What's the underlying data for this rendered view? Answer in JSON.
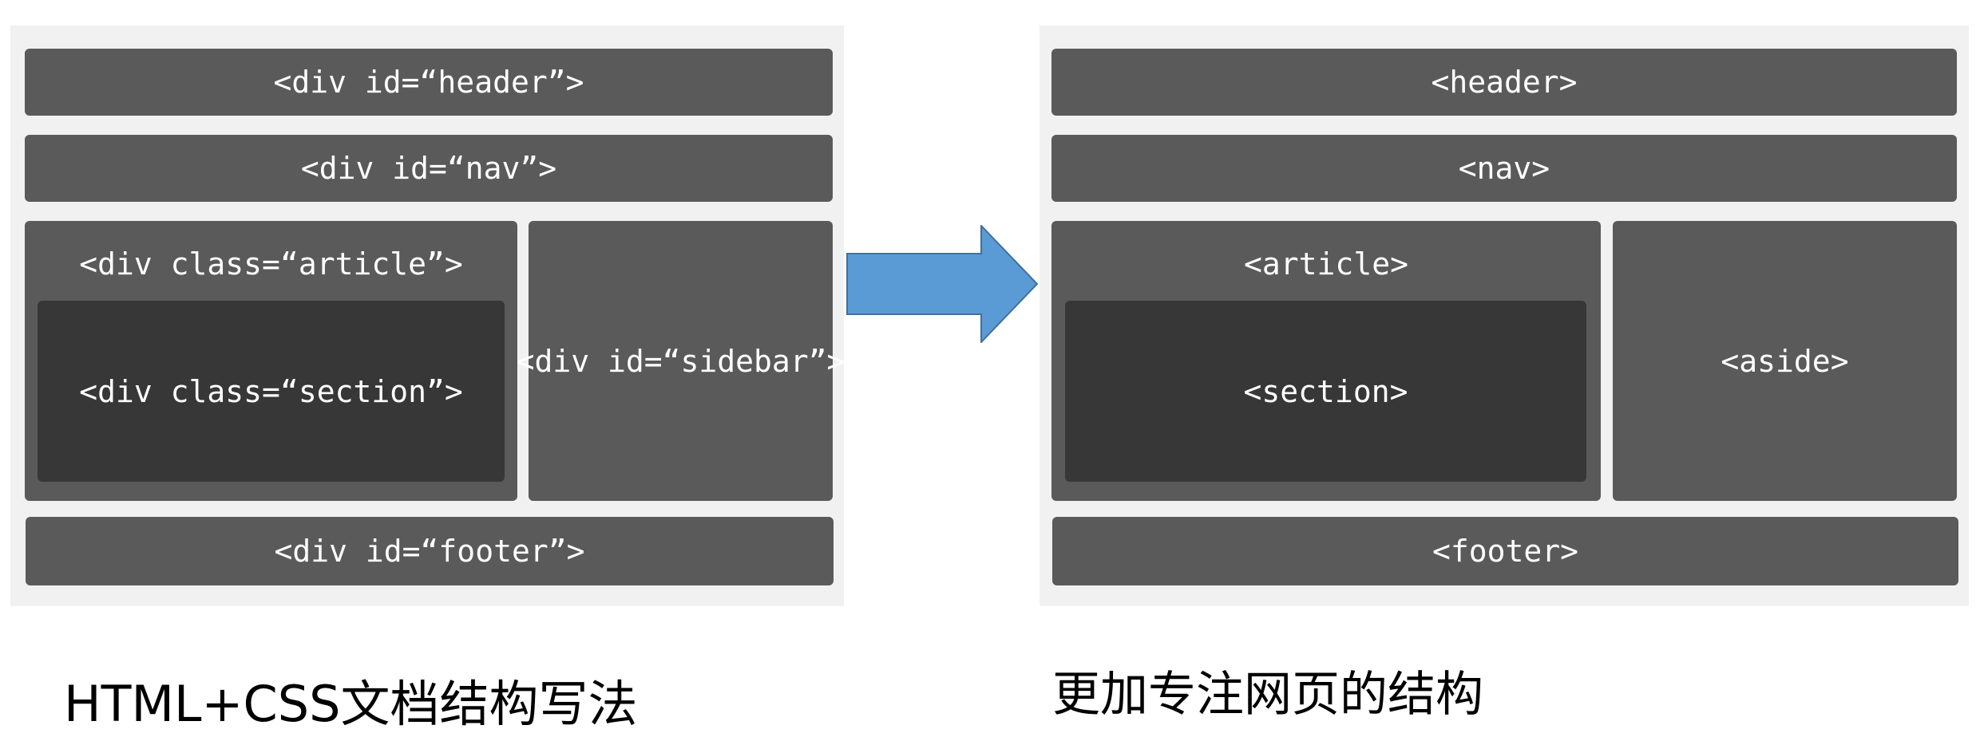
{
  "left_diagram": {
    "header": "<div id=“header”>",
    "nav": "<div id=“nav”>",
    "article": "<div class=“article”>",
    "section": "<div class=“section”>",
    "sidebar": "<div id=“sidebar”>",
    "footer": "<div id=“footer”>",
    "caption": "HTML+CSS文档结构写法"
  },
  "right_diagram": {
    "header": "<header>",
    "nav": "<nav>",
    "article": "<article>",
    "section": "<section>",
    "aside": "<aside>",
    "footer": "<footer>",
    "caption": "更加专注网页的结构"
  },
  "colors": {
    "panel": "#f1f1f1",
    "box": "#5a5a5a",
    "inner_box": "#373737",
    "arrow_fill": "#5b9bd5",
    "arrow_stroke": "#41719c"
  }
}
